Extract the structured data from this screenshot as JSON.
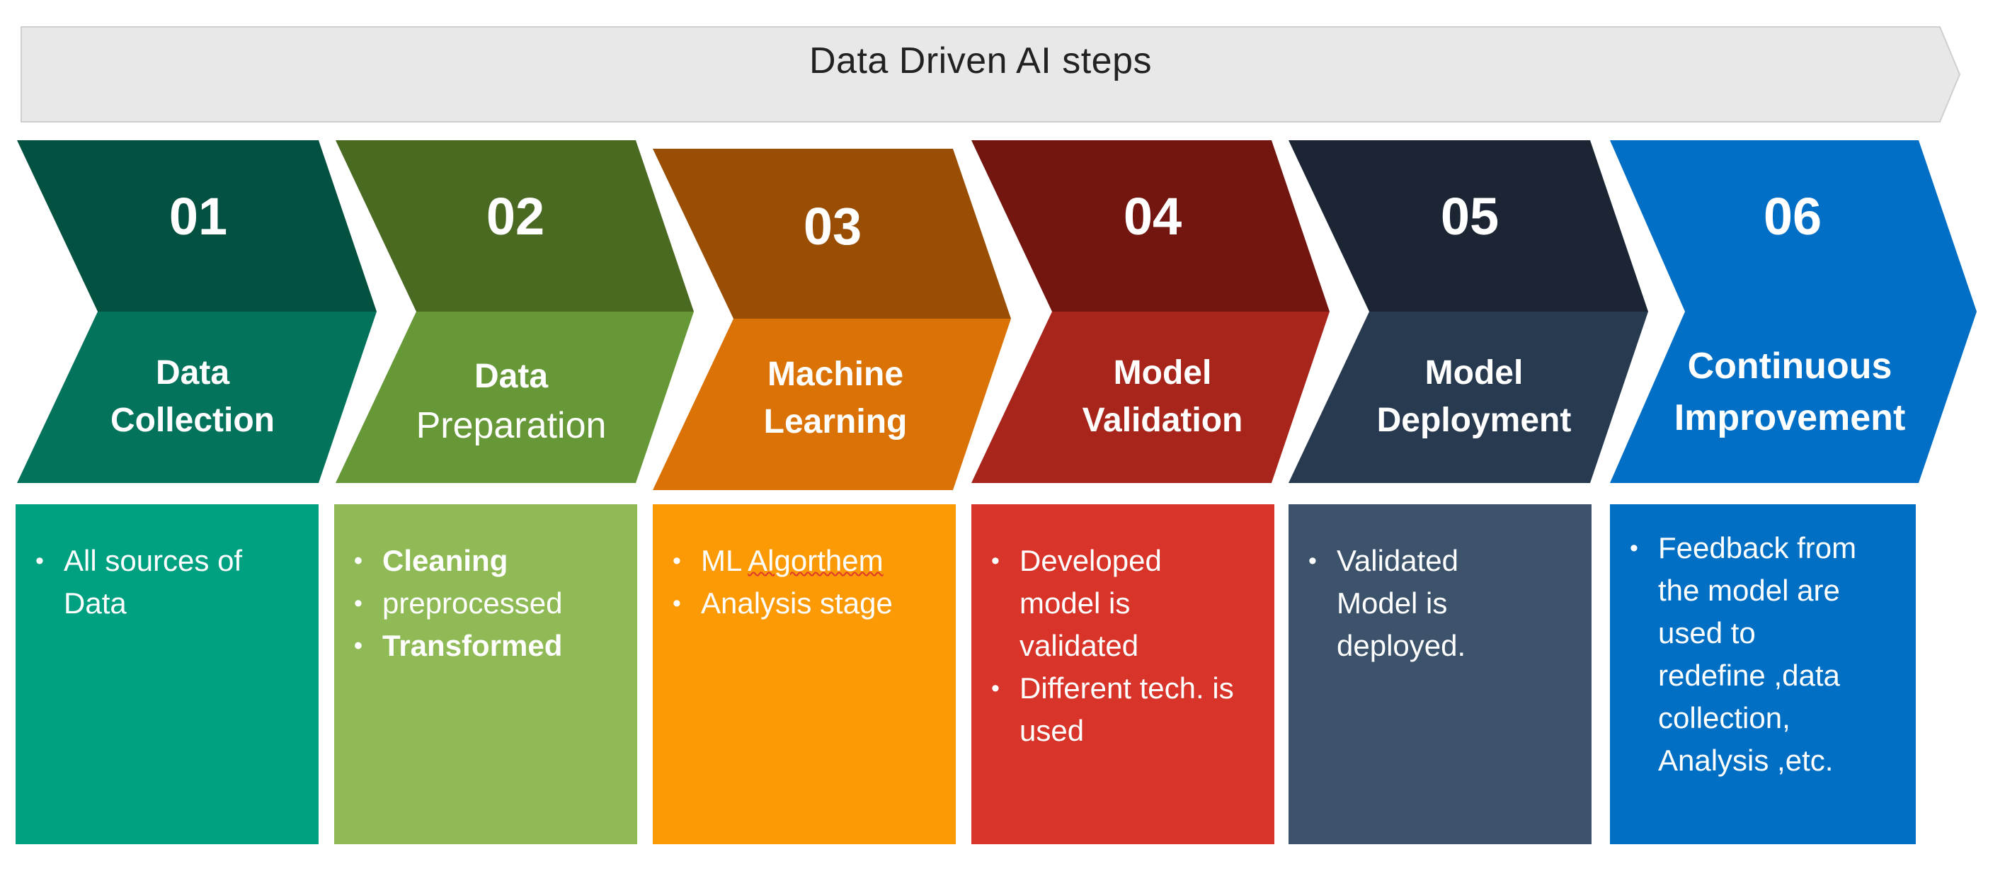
{
  "banner": {
    "title": "Data Driven AI steps"
  },
  "colors": {
    "banner": "#e8e8e8",
    "steps": [
      {
        "top": "#035141",
        "bottom": "#04735c",
        "box": "#00a181"
      },
      {
        "top": "#4b6a21",
        "bottom": "#669838",
        "box": "#8fba56"
      },
      {
        "top": "#9a4e04",
        "bottom": "#db7205",
        "box": "#fc9a05"
      },
      {
        "top": "#73160f",
        "bottom": "#a8251c",
        "box": "#d8342a"
      },
      {
        "top": "#1b2533",
        "bottom": "#283a4f",
        "box": "#3c536b"
      },
      {
        "top": "#026fc6",
        "bottom": "#026fc6",
        "box": "#016fc4"
      }
    ]
  },
  "steps": [
    {
      "number": "01",
      "title_line1": "Data",
      "title_line2": "Collection",
      "bullets": [
        {
          "text": "All sources of Data"
        }
      ]
    },
    {
      "number": "02",
      "title_line1": "Data",
      "title_line2": "Preparation",
      "bullets": [
        {
          "text": "Cleaning"
        },
        {
          "text": "preprocessed"
        },
        {
          "text": "Transformed"
        }
      ]
    },
    {
      "number": "03",
      "title_line1": "Machine",
      "title_line2": "Learning",
      "bullets": [
        {
          "text": "ML Algorthem"
        },
        {
          "text": "Analysis stage"
        }
      ]
    },
    {
      "number": "04",
      "title_line1": "Model",
      "title_line2": "Validation",
      "bullets": [
        {
          "text": "Developed model is validated"
        },
        {
          "text": "Different tech. is used"
        }
      ]
    },
    {
      "number": "05",
      "title_line1": "Model",
      "title_line2": "Deployment",
      "bullets": [
        {
          "text": "Validated Model is deployed."
        }
      ]
    },
    {
      "number": "06",
      "title_line1": "Continuous",
      "title_line2": "Improvement",
      "bullets": [
        {
          "text": "Feedback from the model are used to redefine ,data collection, Analysis ,etc."
        }
      ]
    }
  ]
}
